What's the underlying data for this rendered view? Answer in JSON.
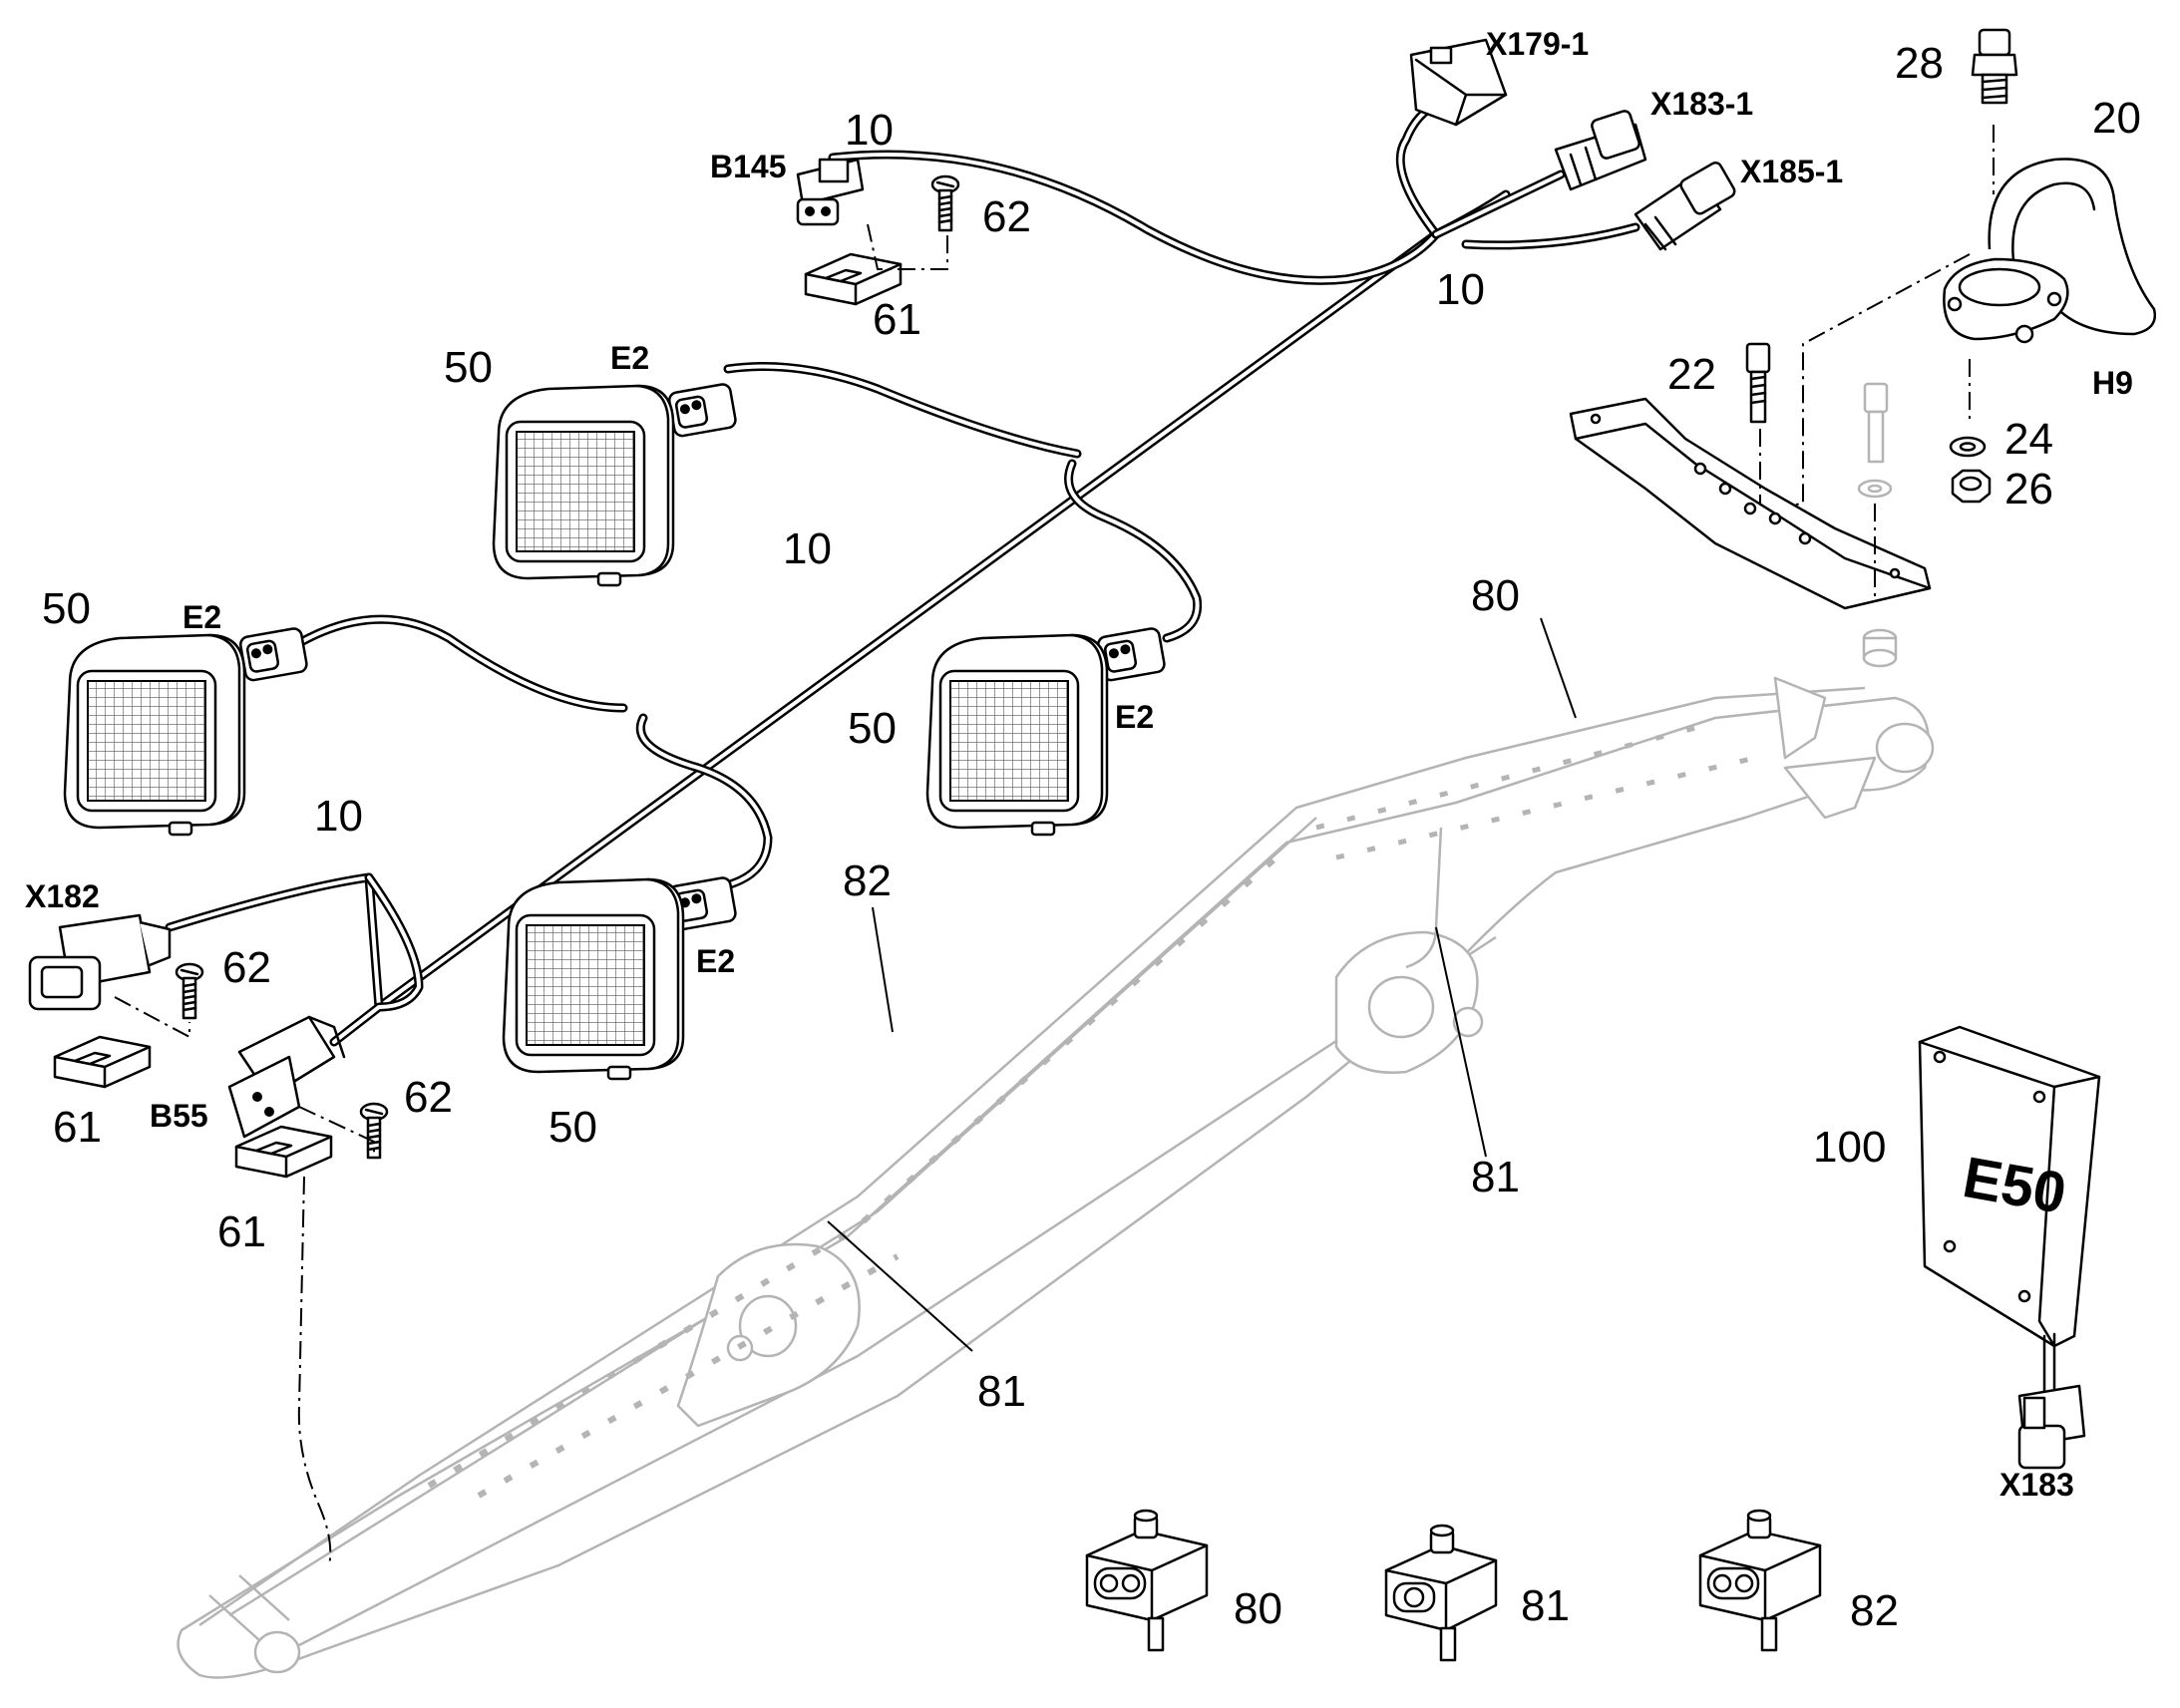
{
  "labels": {
    "x179_1": "X179-1",
    "x183_1": "X183-1",
    "x185_1": "X185-1",
    "b145": "B145",
    "e2": "E2",
    "x182": "X182",
    "b55": "B55",
    "h9": "H9",
    "x183": "X183",
    "e50": "E50",
    "p10": "10",
    "p20": "20",
    "p22": "22",
    "p24": "24",
    "p26": "26",
    "p28": "28",
    "p50": "50",
    "p61": "61",
    "p62": "62",
    "p80": "80",
    "p81": "81",
    "p82": "82",
    "p100": "100"
  }
}
